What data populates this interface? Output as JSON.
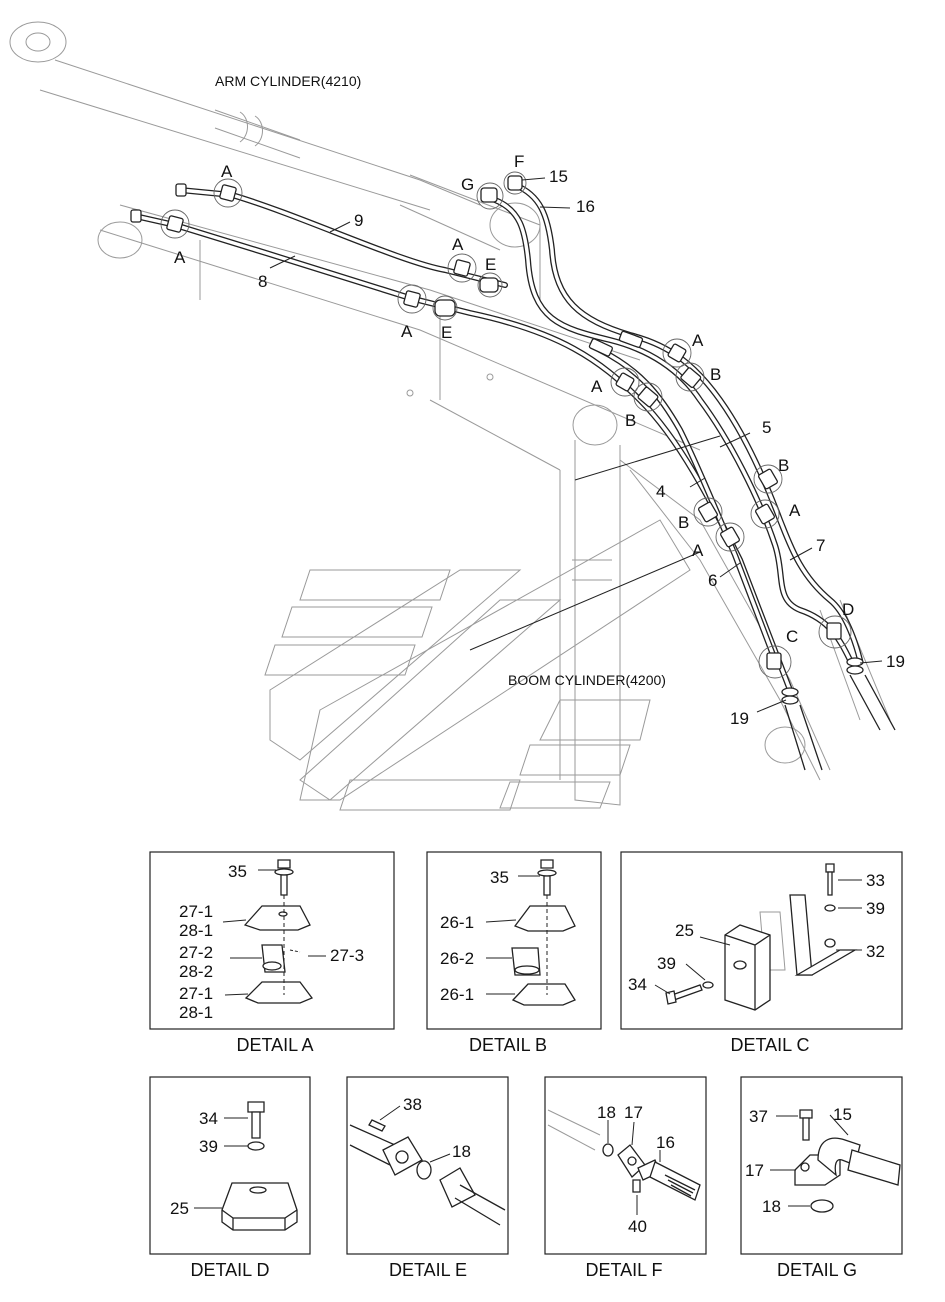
{
  "cylinders": {
    "arm": "ARM CYLINDER(4210)",
    "boom": "BOOM CYLINDER(4200)"
  },
  "main_callouts": {
    "n15": "15",
    "n16": "16",
    "n9": "9",
    "n8": "8",
    "n5": "5",
    "n4": "4",
    "n7": "7",
    "n6": "6",
    "n19a": "19",
    "n19b": "19",
    "F": "F",
    "G": "G",
    "A1": "A",
    "A2": "A",
    "A3": "A",
    "A4": "A",
    "A5": "A",
    "A6": "A",
    "A7": "A",
    "A8": "A",
    "B1": "B",
    "B2": "B",
    "B3": "B",
    "B4": "B",
    "E1": "E",
    "E2": "E",
    "C": "C",
    "D": "D"
  },
  "details": {
    "a": {
      "caption": "DETAIL A",
      "labels": {
        "p35": "35",
        "p27_1a": "27-1",
        "p28_1a": "28-1",
        "p27_2": "27-2",
        "p28_2": "28-2",
        "p27_3": "27-3",
        "p27_1b": "27-1",
        "p28_1b": "28-1"
      }
    },
    "b": {
      "caption": "DETAIL B",
      "labels": {
        "p35": "35",
        "p26_1a": "26-1",
        "p26_2": "26-2",
        "p26_1b": "26-1"
      }
    },
    "c": {
      "caption": "DETAIL C",
      "labels": {
        "p33": "33",
        "p39a": "39",
        "p25": "25",
        "p32": "32",
        "p39b": "39",
        "p34": "34"
      }
    },
    "d": {
      "caption": "DETAIL D",
      "labels": {
        "p34": "34",
        "p39": "39",
        "p25": "25"
      }
    },
    "e": {
      "caption": "DETAIL E",
      "labels": {
        "p38": "38",
        "p18": "18"
      }
    },
    "f": {
      "caption": "DETAIL F",
      "labels": {
        "p18": "18",
        "p17": "17",
        "p16": "16",
        "p40": "40"
      }
    },
    "g": {
      "caption": "DETAIL G",
      "labels": {
        "p37": "37",
        "p15": "15",
        "p17": "17",
        "p18": "18"
      }
    }
  }
}
